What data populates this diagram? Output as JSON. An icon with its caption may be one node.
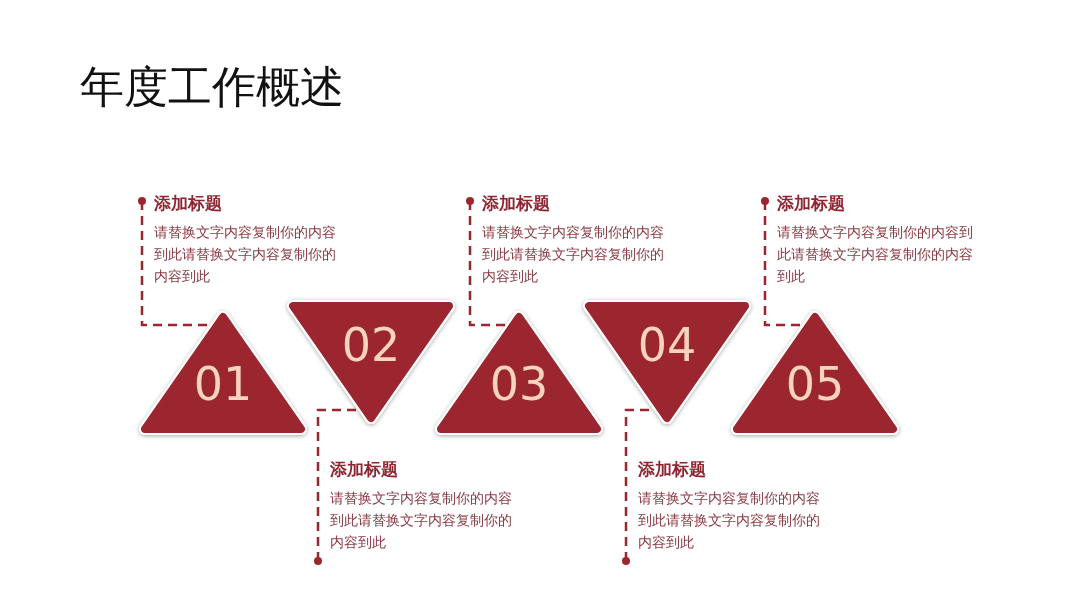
{
  "diagram": {
    "title": "年度工作概述",
    "nodes": [
      {
        "text": [
          "01"
        ]
      },
      {
        "text": [
          "02"
        ]
      },
      {
        "text": [
          "03"
        ]
      },
      {
        "text": [
          "04"
        ]
      },
      {
        "text": [
          "05"
        ]
      },
      {
        "text": [
          "添加标题",
          "请替换文字内容复制你的内容到此请替换文字内容复制你的内容到此"
        ]
      },
      {
        "text": [
          "添加标题",
          "请替换文字内容复制你的内容到此请替换文字内容复制你的内容到此"
        ]
      },
      {
        "text": [
          "添加标题",
          "请替换文字内容复制你的内容到此请替换文字内容复制你的内容到此"
        ]
      },
      {
        "text": [
          "添加标题",
          "请替换文字内容复制你的内容到此请替换文字内容复制你的内容到此"
        ]
      },
      {
        "text": [
          "添加标题",
          "请替换文字内容复制你的内容到此请替换文字内容复制你的内容到此"
        ]
      }
    ],
    "edges": [
      {
        "from": 5,
        "to": 0,
        "arrow": "other",
        "style": "dashed"
      },
      {
        "from": 6,
        "to": 1,
        "arrow": "other",
        "style": "dashed"
      },
      {
        "from": 7,
        "to": 2,
        "arrow": "other",
        "style": "dashed"
      },
      {
        "from": 8,
        "to": 3,
        "arrow": "other",
        "style": "dashed"
      },
      {
        "from": 9,
        "to": 4,
        "arrow": "other",
        "style": "dashed"
      }
    ]
  }
}
